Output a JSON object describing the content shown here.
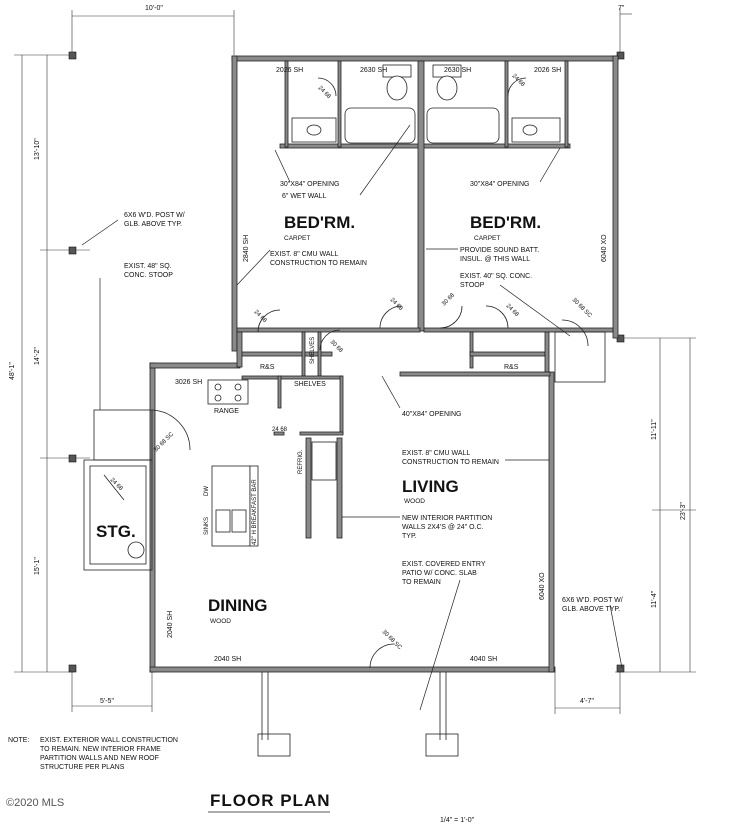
{
  "title": "FLOOR PLAN",
  "scale": "1/4\" = 1'-0\"",
  "watermark": "©2020 MLS",
  "note": {
    "label": "NOTE:",
    "lines": [
      "EXIST. EXTERIOR WALL CONSTRUCTION",
      "TO REMAIN. NEW INTERIOR FRAME",
      "PARTITION WALLS AND NEW ROOF",
      "STRUCTURE PER PLANS"
    ]
  },
  "rooms": {
    "bed1": {
      "name": "BED'RM.",
      "floor": "CARPET"
    },
    "bed2": {
      "name": "BED'RM.",
      "floor": "CARPET"
    },
    "living": {
      "name": "LIVING",
      "floor": "WOOD"
    },
    "dining": {
      "name": "DINING",
      "floor": "WOOD"
    },
    "storage": {
      "name": "STG."
    }
  },
  "dimensions": {
    "top": "10'-0\"",
    "top_right": "7\"",
    "left_total": "48'-1\"",
    "left_1": "13'-10\"",
    "left_2": "14'-2\"",
    "left_3": "15'-1\"",
    "bottom_left": "5'-5\"",
    "right_total": "23'-3\"",
    "right_1": "11'-11\"",
    "right_2": "11'-4\"",
    "bottom_right": "4'-7\""
  },
  "windows": {
    "w_top1": "2026 SH",
    "w_top2": "2630 SH",
    "w_top3": "2630 SH",
    "w_top4": "2026 SH",
    "w_bed_left": "2840 SH",
    "w_bed_right": "6040 XO",
    "w_kitchen": "3026 SH",
    "w_dining_side": "2040 SH",
    "w_dining_bottom": "2040 SH",
    "w_living_bottom": "4040 SH",
    "w_living_right": "6040 XO"
  },
  "doors": {
    "d1": "24 68",
    "d2": "24 68",
    "d3": "24 68",
    "d4": "24 68",
    "d5": "30 68 SC",
    "d6": "30 68",
    "d7": "24 68",
    "d8": "30 68 SC",
    "d9": "30 68",
    "d10": "30 68 SC",
    "d11": "24 68",
    "d12": "24 68"
  },
  "fixtures": {
    "range": "RANGE",
    "shelves1": "SHELVES",
    "shelves2": "SHELVES",
    "rs1": "R&S",
    "rs2": "R&S",
    "refrig": "REFRIG.",
    "dw": "DW",
    "sinks": "SINKS",
    "bar": "42\" H BREAKFAST BAR"
  },
  "callouts": {
    "opening1": "30\"X84\" OPENING",
    "wet_wall": "6\" WET WALL",
    "opening2": "30\"X84\" OPENING",
    "post1": [
      "6X6 W'D. POST W/",
      "GLB. ABOVE TYP."
    ],
    "stoop1": [
      "EXIST. 48\" SQ.",
      "CONC. STOOP"
    ],
    "cmu1": [
      "EXIST. 8\" CMU WALL",
      "CONSTRUCTION TO REMAIN"
    ],
    "sound": [
      "PROVIDE SOUND BATT.",
      "INSUL. @ THIS WALL"
    ],
    "stoop2": [
      "EXIST. 40\" SQ. CONC.",
      "STOOP"
    ],
    "opening3": "40\"X84\" OPENING",
    "cmu2": [
      "EXIST. 8\" CMU WALL",
      "CONSTRUCTION TO REMAIN"
    ],
    "partition": [
      "NEW INTERIOR PARTITION",
      "WALLS 2X4'S @ 24\" O.C.",
      "TYP."
    ],
    "patio": [
      "EXIST. COVERED ENTRY",
      "PATIO W/ CONC. SLAB",
      "TO REMAIN"
    ],
    "post2": [
      "6X6 W'D. POST W/",
      "GLB. ABOVE TYP."
    ]
  },
  "colors": {
    "line": "#222222",
    "wall_fill": "#8a8a8a",
    "background": "#ffffff"
  }
}
